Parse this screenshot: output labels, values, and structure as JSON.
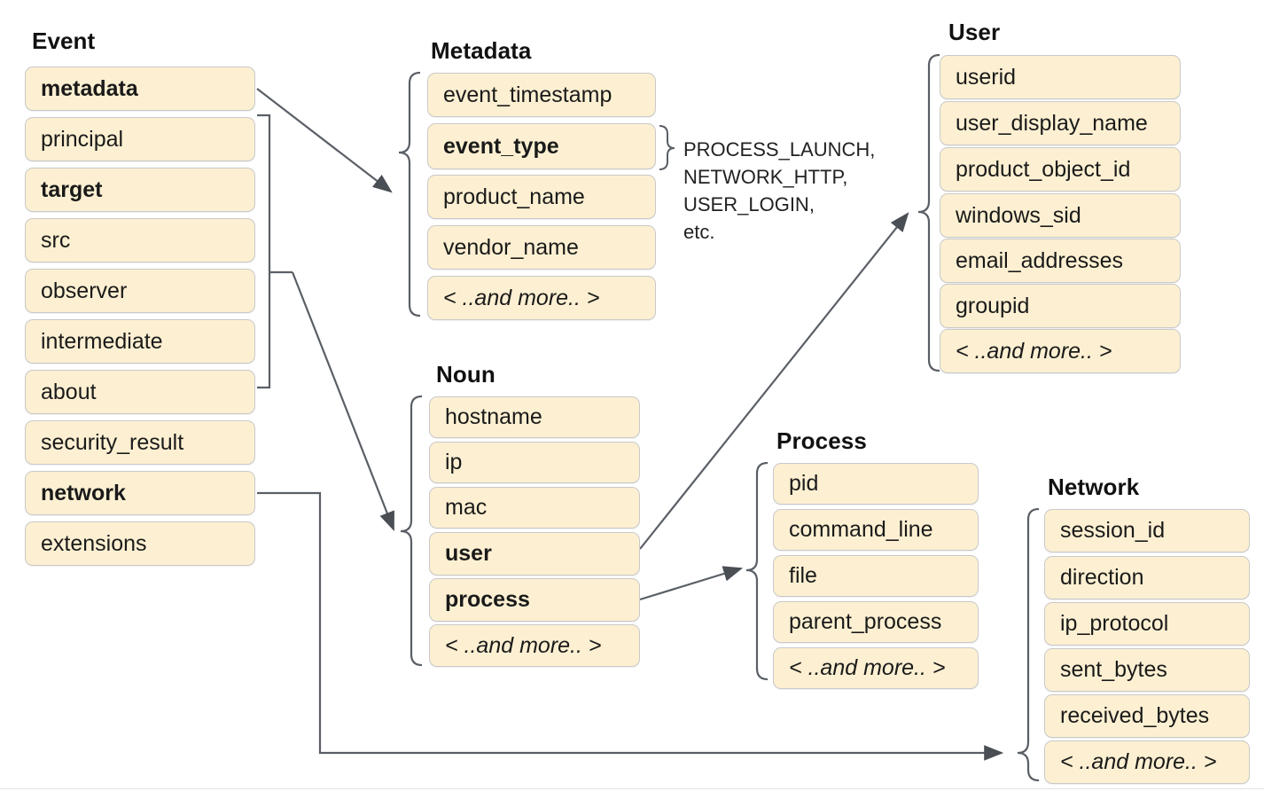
{
  "diagram": {
    "title_event": "Event",
    "title_metadata": "Metadata",
    "title_user": "User",
    "title_noun": "Noun",
    "title_process": "Process",
    "title_network": "Network",
    "more_label": "< ..and more.. >",
    "accent_fill": "#fdf0d2",
    "accent_border": "#c9c9c9",
    "line_color": "#5a5f66",
    "text_color": "#1a1a1a"
  },
  "event": {
    "label": "Event",
    "fields": [
      {
        "name": "metadata",
        "bold": true
      },
      {
        "name": "principal",
        "bold": false
      },
      {
        "name": "target",
        "bold": true
      },
      {
        "name": "src",
        "bold": false
      },
      {
        "name": "observer",
        "bold": false
      },
      {
        "name": "intermediate",
        "bold": false
      },
      {
        "name": "about",
        "bold": false
      },
      {
        "name": "security_result",
        "bold": false
      },
      {
        "name": "network",
        "bold": true
      },
      {
        "name": "extensions",
        "bold": false
      }
    ]
  },
  "metadata": {
    "label": "Metadata",
    "fields": [
      {
        "name": "event_timestamp",
        "bold": false
      },
      {
        "name": "event_type",
        "bold": true
      },
      {
        "name": "product_name",
        "bold": false
      },
      {
        "name": "vendor_name",
        "bold": false
      },
      {
        "name": "< ..and more.. >",
        "bold": false,
        "more": true
      }
    ]
  },
  "user": {
    "label": "User",
    "fields": [
      {
        "name": "userid",
        "bold": false
      },
      {
        "name": "user_display_name",
        "bold": false
      },
      {
        "name": "product_object_id",
        "bold": false
      },
      {
        "name": "windows_sid",
        "bold": false
      },
      {
        "name": "email_addresses",
        "bold": false
      },
      {
        "name": "groupid",
        "bold": false
      },
      {
        "name": "< ..and more.. >",
        "bold": false,
        "more": true
      }
    ]
  },
  "noun": {
    "label": "Noun",
    "fields": [
      {
        "name": "hostname",
        "bold": false
      },
      {
        "name": "ip",
        "bold": false
      },
      {
        "name": "mac",
        "bold": false
      },
      {
        "name": "user",
        "bold": true
      },
      {
        "name": "process",
        "bold": true
      },
      {
        "name": "< ..and more.. >",
        "bold": false,
        "more": true
      }
    ]
  },
  "process": {
    "label": "Process",
    "fields": [
      {
        "name": "pid",
        "bold": false
      },
      {
        "name": "command_line",
        "bold": false
      },
      {
        "name": "file",
        "bold": false
      },
      {
        "name": "parent_process",
        "bold": false
      },
      {
        "name": "< ..and more.. >",
        "bold": false,
        "more": true
      }
    ]
  },
  "network": {
    "label": "Network",
    "fields": [
      {
        "name": "session_id",
        "bold": false
      },
      {
        "name": "direction",
        "bold": false
      },
      {
        "name": "ip_protocol",
        "bold": false
      },
      {
        "name": "sent_bytes",
        "bold": false
      },
      {
        "name": "received_bytes",
        "bold": false
      },
      {
        "name": "< ..and more.. >",
        "bold": false,
        "more": true
      }
    ]
  },
  "annotations": {
    "event_type_values": "PROCESS_LAUNCH,\nNETWORK_HTTP,\nUSER_LOGIN,\netc."
  }
}
